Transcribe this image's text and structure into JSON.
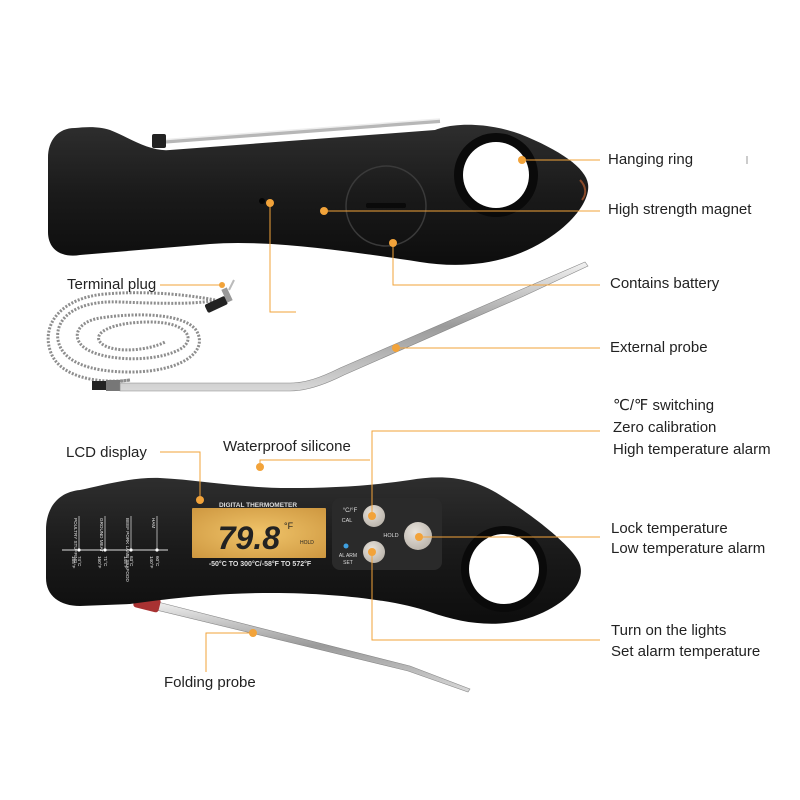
{
  "callouts": {
    "hanging_ring": "Hanging ring",
    "magnet": "High strength magnet",
    "battery": "Contains battery",
    "external_probe": "External probe",
    "terminal_plug": "Terminal plug",
    "button_cf": [
      "℃/℉ switching",
      "Zero calibration",
      "High temperature alarm"
    ],
    "lcd_display": "LCD display",
    "waterproof_silicone": "Waterproof silicone",
    "hold_button": [
      "Lock temperature",
      "Low temperature alarm"
    ],
    "alarm_button": [
      "Turn on the lights",
      "Set alarm temperature"
    ],
    "folding_probe": "Folding probe"
  },
  "device": {
    "header": "DIGITAL THERMOMETER",
    "reading": "79.8",
    "unit": "°F",
    "hold_indicator": "HOLD",
    "range": "-50°C TO 300°C/-58°F TO 572°F",
    "cf_button_label": "°C/°F",
    "cal_label": "CAL",
    "hold_label": "HOLD",
    "alarm_label": "AL ARM",
    "set_label": "SET",
    "guide": [
      {
        "food": "POULTRY STUFFING",
        "temp_f": "165°F",
        "temp_c": "74°C"
      },
      {
        "food": "GROUND MEAT",
        "temp_f": "160°F",
        "temp_c": "71°C"
      },
      {
        "food": "BEEF PORK LAMB SEAFOOD",
        "temp_f": "145°F",
        "temp_c": "63°C"
      },
      {
        "food": "HAM",
        "temp_f": "140°F",
        "temp_c": "60°C"
      }
    ]
  },
  "colors": {
    "leader": "#f2a33a",
    "body": "#1c1c1c",
    "lcd": "#d8a54a",
    "digits": "#222222"
  }
}
